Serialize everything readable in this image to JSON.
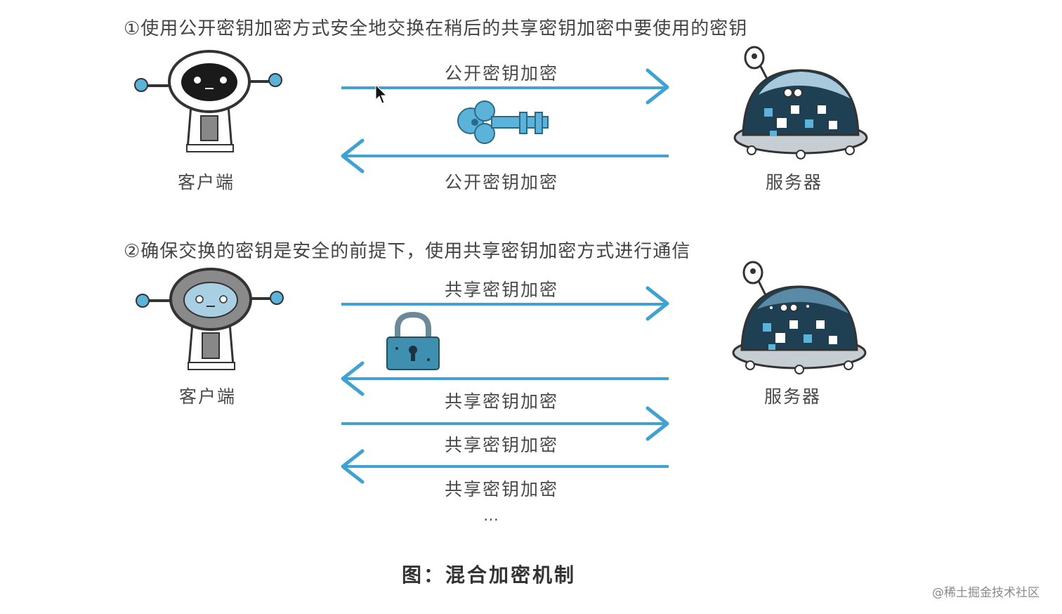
{
  "section1": {
    "heading": "①使用公开密钥加密方式安全地交换在稍后的共享密钥加密中要使用的密钥",
    "client_label": "客户端",
    "server_label": "服务器",
    "arrow_top_label": "公开密钥加密",
    "arrow_bottom_label": "公开密钥加密"
  },
  "section2": {
    "heading": "②确保交换的密钥是安全的前提下，使用共享密钥加密方式进行通信",
    "client_label": "客户端",
    "server_label": "服务器",
    "arrow_labels": [
      "共享密钥加密",
      "共享密钥加密",
      "共享密钥加密",
      "共享密钥加密"
    ],
    "ellipsis": "…"
  },
  "caption": "图：混合加密机制",
  "watermark": "@稀土掘金技术社区",
  "colors": {
    "arrow": "#3fa2d2",
    "key": "#5bb3d9",
    "lock": "#3f8fb0",
    "server_dome": "#1f3f52",
    "robot_face": "#1a1a1a"
  }
}
